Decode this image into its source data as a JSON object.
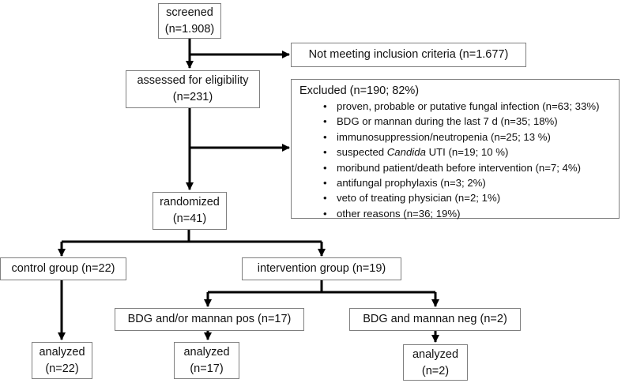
{
  "boxes": {
    "screened": [
      "screened",
      "(n=1.908)"
    ],
    "not_meeting": "Not meeting inclusion criteria (n=1.677)",
    "assessed": [
      "assessed for eligibility",
      "(n=231)"
    ],
    "randomized": [
      "randomized",
      "(n=41)"
    ],
    "control": "control group (n=22)",
    "intervention": "intervention group (n=19)",
    "bdg_pos": "BDG and/or mannan pos (n=17)",
    "bdg_neg": "BDG and mannan neg (n=2)",
    "analyzed_control": [
      "analyzed",
      "(n=22)"
    ],
    "analyzed_pos": [
      "analyzed",
      "(n=17)"
    ],
    "analyzed_neg": [
      "analyzed",
      "(n=2)"
    ]
  },
  "excluded": {
    "title": "Excluded (n=190; 82%)",
    "bullet": "•",
    "items": [
      "proven, probable or putative fungal infection (n=63; 33%)",
      "BDG or mannan during the last 7 d (n=35; 18%)",
      "immunosuppression/neutropenia (n=25; 13 %)",
      {
        "pre": "suspected ",
        "italic": "Candida",
        "post": " UTI (n=19; 10 %)"
      },
      "moribund patient/death before intervention (n=7; 4%)",
      "antifungal prophylaxis (n=3; 2%)",
      "veto of treating physician (n=2; 1%)",
      "other reasons (n=36; 19%)"
    ]
  },
  "colors": {
    "border": "#7f7f7f",
    "connector": "#000000",
    "text": "#111111"
  }
}
